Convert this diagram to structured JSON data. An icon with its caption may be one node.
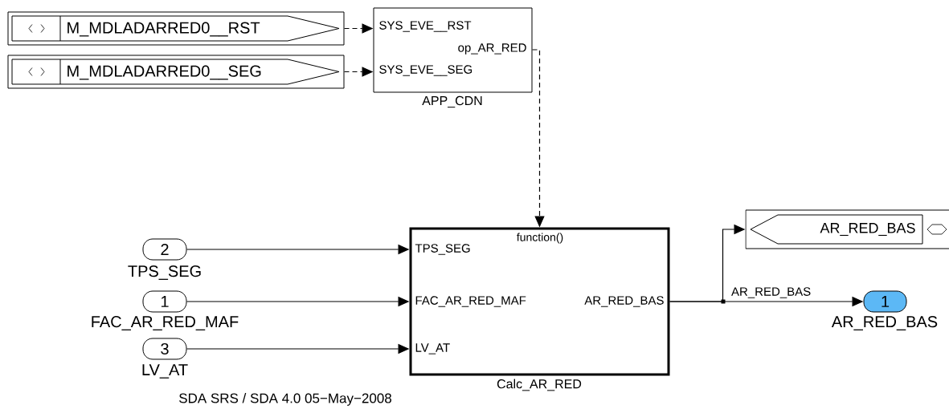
{
  "diagram": {
    "nodes": [
      {
        "text": [
          "M_MDLADARRED0__RST"
        ]
      },
      {
        "text": [
          "M_MDLADARRED0__SEG"
        ]
      },
      {
        "text": [
          "SYS_EVE__RST",
          "op_AR_RED",
          "SYS_EVE__SEG"
        ],
        "beside": [
          "APP_CDN"
        ]
      },
      {
        "text": [
          "2"
        ],
        "beside": [
          "TPS_SEG"
        ]
      },
      {
        "text": [
          "1"
        ],
        "beside": [
          "FAC_AR_RED_MAF"
        ]
      },
      {
        "text": [
          "3"
        ],
        "beside": [
          "LV_AT"
        ]
      },
      {
        "text": [
          "function()",
          "TPS_SEG",
          "FAC_AR_RED_MAF",
          "LV_AT",
          "AR_RED_BAS"
        ],
        "beside": [
          "Calc_AR_RED"
        ]
      },
      {
        "text": [
          "AR_RED_BAS"
        ]
      },
      {
        "text": [
          "1"
        ],
        "beside": [
          "AR_RED_BAS"
        ]
      }
    ],
    "edges": [
      {
        "from": 0,
        "to": 2,
        "arrow": "to",
        "style": "dashed"
      },
      {
        "from": 1,
        "to": 2,
        "arrow": "to",
        "style": "dashed"
      },
      {
        "from": 2,
        "to": 6,
        "arrow": "to",
        "style": "dashed"
      },
      {
        "from": 3,
        "to": 6,
        "arrow": "to"
      },
      {
        "from": 4,
        "to": 6,
        "arrow": "to"
      },
      {
        "from": 5,
        "to": 6,
        "arrow": "to"
      },
      {
        "from": 6,
        "to": 8,
        "arrow": "to",
        "label": "AR_RED_BAS"
      },
      {
        "from": 6,
        "to": 7,
        "arrow": "to"
      }
    ],
    "labels": [
      "SDA  SRS / SDA 4.0 05−May−2008"
    ]
  }
}
